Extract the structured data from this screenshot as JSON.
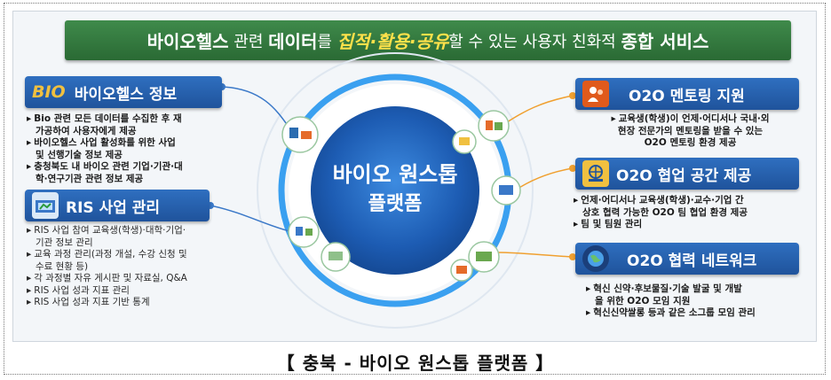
{
  "banner": {
    "part1": "바이오헬스",
    "part2": " 관련 ",
    "part3": "데이터",
    "part4": "를 ",
    "part5": "집적·활용·공유",
    "part6": "할 수 있는 사용자 친화적 ",
    "part7": "종합 서비스"
  },
  "hub": {
    "line1": "바이오 원스톱",
    "line2": "플랫폼"
  },
  "bio": {
    "logo": "BIO",
    "title": "바이오헬스 정보",
    "items": [
      "Bio 관련 모든 데이터를 수집한 후 재",
      "가공하여 사용자에게 제공",
      "바이오헬스 사업 활성화를 위한 사업",
      "및 선행기술 정보 제공",
      "충청북도 내 바이오 관련 기업·기관·대",
      "학·연구기관 관련 정보 제공"
    ]
  },
  "ris": {
    "title": "RIS 사업 관리",
    "items": [
      "RIS 사업 참여 교육생(학생)·대학·기업·",
      "기관 정보 관리",
      "교육 과정 관리(과정 개설, 수강 신청 및",
      "수료 현황 등)",
      "각 과정별 자유 게시판 및 자료실, Q&A",
      "RIS 사업 성과 지표 관리",
      "RIS 사업 성과 지표 기반 통계"
    ]
  },
  "mentoring": {
    "title": "O2O 멘토링 지원",
    "items": [
      "교육생(학생)이 언제·어디서나 국내·외",
      "현장 전문가의 멘토링을 받을 수 있는",
      "O2O 멘토링 환경 제공"
    ]
  },
  "collab": {
    "title": "O2O 협업 공간 제공",
    "items": [
      "언제·어디서나 교육생(학생)·교수·기업 간",
      "상호 협력 가능한 O2O 팀 협업 환경 제공",
      "팀 및 팀원 관리"
    ]
  },
  "network": {
    "title": "O2O 협력 네트워크",
    "items": [
      "혁신 신약·후보물질·기술 발굴 및 개발",
      "을 위한 O2O 모임 지원",
      "혁신신약쌀롱 등과 같은 소그룹 모임 관리"
    ]
  },
  "caption": "【 충북 - 바이오 원스톱 플랫폼 】",
  "colors": {
    "banner": "#2f7a3c",
    "accent_yellow": "#ffe14a",
    "title_blue": "#2563b0",
    "hub_blue": "#1e5fb5",
    "connector_orange": "#f0a030"
  }
}
